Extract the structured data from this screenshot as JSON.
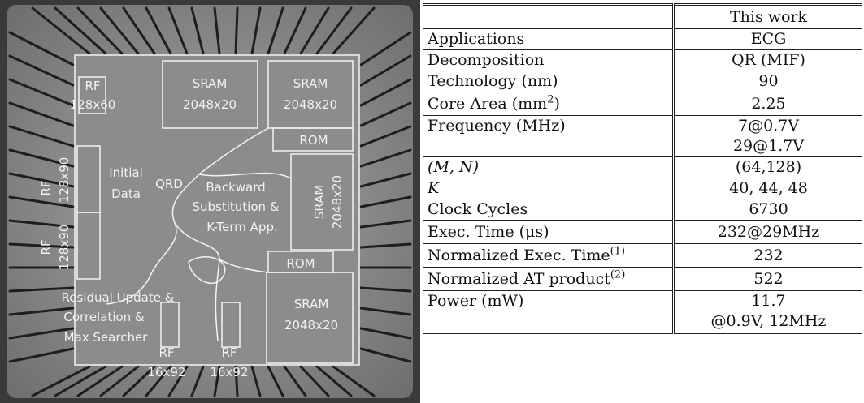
{
  "chip": {
    "blocks": {
      "rf_top": [
        "RF",
        "128x60"
      ],
      "sram1": [
        "SRAM",
        "2048x20"
      ],
      "sram2": [
        "SRAM",
        "2048x20"
      ],
      "rom_top": "ROM",
      "rf_left1": [
        "RF",
        "128x90"
      ],
      "initial_data": [
        "Initial",
        "Data"
      ],
      "qrd": "QRD",
      "backward": [
        "Backward",
        "Substitution &",
        "K-Term App."
      ],
      "sram_vertical": [
        "SRAM",
        "2048x20"
      ],
      "rf_left2": [
        "RF",
        "128x90"
      ],
      "rom_bottom": "ROM",
      "residual": [
        "Residual Update &",
        "Correlation &",
        "Max Searcher"
      ],
      "sram_bottom": [
        "SRAM",
        "2048x20"
      ],
      "rf_bottom1": [
        "RF",
        "16x92"
      ],
      "rf_bottom2": [
        "RF",
        "16x92"
      ]
    }
  },
  "table": {
    "header": "This work",
    "rows": [
      {
        "param": "Applications",
        "value": "ECG"
      },
      {
        "param": "Decomposition",
        "value": "QR (MIF)"
      },
      {
        "param": "Technology (nm)",
        "value": "90"
      },
      {
        "param": "Core Area (mm",
        "param_sup": "2",
        "param_tail": ")",
        "value": "2.25"
      },
      {
        "param": "Frequency (MHz)",
        "value": "7@0.7V",
        "value2": "29@1.7V"
      },
      {
        "param": "(M, N)",
        "value": "(64,128)"
      },
      {
        "param": "K",
        "value": "40, 44, 48"
      },
      {
        "param": "Clock Cycles",
        "value": "6730"
      },
      {
        "param": "Exec. Time (μs)",
        "value": "232@29MHz"
      },
      {
        "param": "Normalized Exec. Time",
        "param_sup": "(1)",
        "value": "232"
      },
      {
        "param": "Normalized AT product",
        "param_sup": "(2)",
        "value": "522"
      },
      {
        "param": "Power (mW)",
        "value": "11.7",
        "value2": "@0.9V, 12MHz"
      }
    ]
  }
}
